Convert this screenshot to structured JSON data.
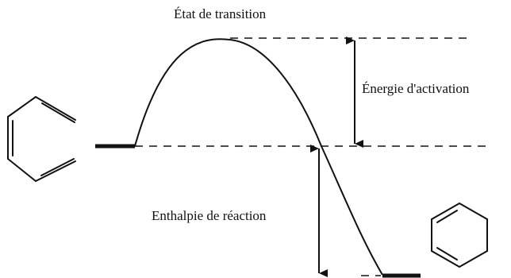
{
  "labels": {
    "transition_state": "État de transition",
    "activation_energy": "Énergie d'activation",
    "reaction_enthalpy": "Enthalpie de réaction"
  },
  "molecules": {
    "reactant": "hexatriene",
    "product": "cyclohexadiene"
  },
  "colors": {
    "ink": "#111111",
    "background": "#ffffff"
  }
}
